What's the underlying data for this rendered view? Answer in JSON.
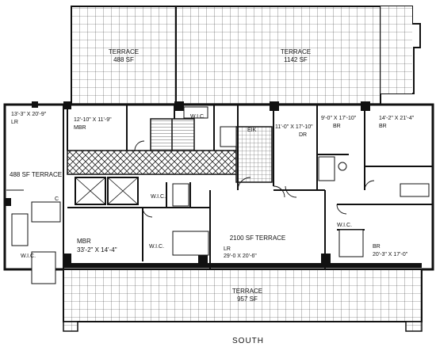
{
  "labels": {
    "terrace_nw_name": "TERRACE",
    "terrace_nw_area": "488 SF",
    "terrace_ne_name": "TERRACE",
    "terrace_ne_area": "1142 SF",
    "lr_west_dims": "13'-3\" X 20'-9\"",
    "lr_west_name": "LR",
    "terrace_west": "488 SF TERRACE",
    "mbr_north_dims": "12'-10\" X 11'-9\"",
    "mbr_north_name": "MBR",
    "wic_north": "W.I.C.",
    "eik": "EIK",
    "dr_dims": "11'-0\" X 17'-10\"",
    "dr_name": "DR",
    "br_mid_dims": "9'-0\" X 17'-10\"",
    "br_mid_name": "BR",
    "br_ne_dims": "14'-2\" X 21'-4\"",
    "br_ne_name": "BR",
    "closet_c": "C",
    "wic_center": "W.I.C.",
    "mbr_south_name": "MBR",
    "mbr_south_dims": "33'-2\" X 14'-4\"",
    "wic_mbr": "W.I.C.",
    "terrace_center": "2100 SF TERRACE",
    "lr_south_name": "LR",
    "lr_south_dims": "29'-0 X 20'-6\"",
    "wic_east": "W.I.C.",
    "br_se_name": "BR",
    "br_se_dims": "20'-3\" X 17'-0\"",
    "wic_west": "W.I.C.",
    "terrace_s_name": "TERRACE",
    "terrace_s_area": "957 SF",
    "compass_south": "SOUTH"
  }
}
